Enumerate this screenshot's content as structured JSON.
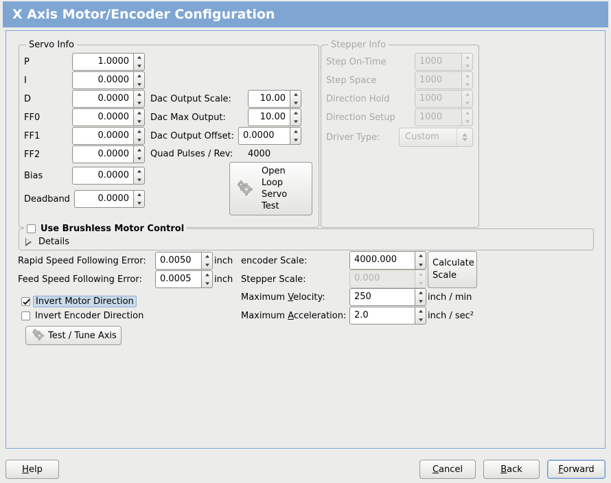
{
  "window": {
    "title": "X Axis Motor/Encoder Configuration",
    "header_color": "#7fa6d3",
    "background_color": "#ececeb"
  },
  "servo_info": {
    "legend": "Servo Info",
    "rows": [
      {
        "label": "P",
        "value": "1.0000"
      },
      {
        "label": "I",
        "value": "0.0000"
      },
      {
        "label": "D",
        "value": "0.0000"
      },
      {
        "label": "FF0",
        "value": "0.0000"
      },
      {
        "label": "FF1",
        "value": "0.0000"
      },
      {
        "label": "FF2",
        "value": "0.0000"
      },
      {
        "label": "Bias",
        "value": "0.0000"
      },
      {
        "label": "Deadband",
        "value": "0.0000"
      }
    ],
    "dac_output_scale_label": "Dac Output Scale:",
    "dac_output_scale_value": "10.00",
    "dac_max_output_label": "Dac Max Output:",
    "dac_max_output_value": "10.00",
    "dac_output_offset_label": "Dac Output Offset:",
    "dac_output_offset_value": "0.0000",
    "quad_pulses_label": "Quad Pulses / Rev:",
    "quad_pulses_value": "4000",
    "open_loop_button": "Open\nLoop\nServo\nTest",
    "open_loop_lines": [
      "Open",
      "Loop",
      "Servo",
      "Test"
    ]
  },
  "stepper_info": {
    "legend": "Stepper Info",
    "disabled": true,
    "rows": [
      {
        "label": "Step On-Time",
        "value": "1000"
      },
      {
        "label": "Step Space",
        "value": "1000"
      },
      {
        "label": "Direction Hold",
        "value": "1000"
      },
      {
        "label": "Direction Setup",
        "value": "1000"
      }
    ],
    "driver_type_label": "Driver Type:",
    "driver_type_value": "Custom"
  },
  "brushless": {
    "checkbox_label": "Use Brushless Motor Control",
    "checked": false,
    "details_label": "Details",
    "details_expanded": false
  },
  "errors": {
    "rapid_label": "Rapid Speed Following Error:",
    "rapid_value": "0.0050",
    "rapid_unit": "inch",
    "feed_label": "Feed Speed Following Error:",
    "feed_value": "0.0005",
    "feed_unit": "inch"
  },
  "invert": {
    "motor_label": "Invert Motor Direction",
    "motor_checked": true,
    "motor_focused": true,
    "encoder_label": "Invert Encoder Direction",
    "encoder_checked": false
  },
  "test_tune": {
    "label": "Test / Tune Axis"
  },
  "scales": {
    "encoder_label": "encoder Scale:",
    "encoder_value": "4000.000",
    "stepper_label": "Stepper Scale:",
    "stepper_value": "0.000",
    "stepper_disabled": true,
    "calculate_lines": [
      "Calculate",
      "Scale"
    ],
    "max_velocity_label_pre": "Maximum ",
    "max_velocity_label_mnemonic": "V",
    "max_velocity_label_post": "elocity:",
    "max_velocity_value": "250",
    "max_velocity_unit": "inch / min",
    "max_accel_label_pre": "Maximum ",
    "max_accel_label_mnemonic": "A",
    "max_accel_label_post": "cceleration:",
    "max_accel_value": "2.0",
    "max_accel_unit": "inch / sec²"
  },
  "actions": {
    "help": {
      "pre": "",
      "mnemonic": "H",
      "post": "elp"
    },
    "cancel": {
      "pre": "",
      "mnemonic": "C",
      "post": "ancel"
    },
    "back": {
      "pre": "",
      "mnemonic": "B",
      "post": "ack"
    },
    "forward": {
      "pre": "",
      "mnemonic": "F",
      "post": "orward",
      "focused": true
    }
  }
}
